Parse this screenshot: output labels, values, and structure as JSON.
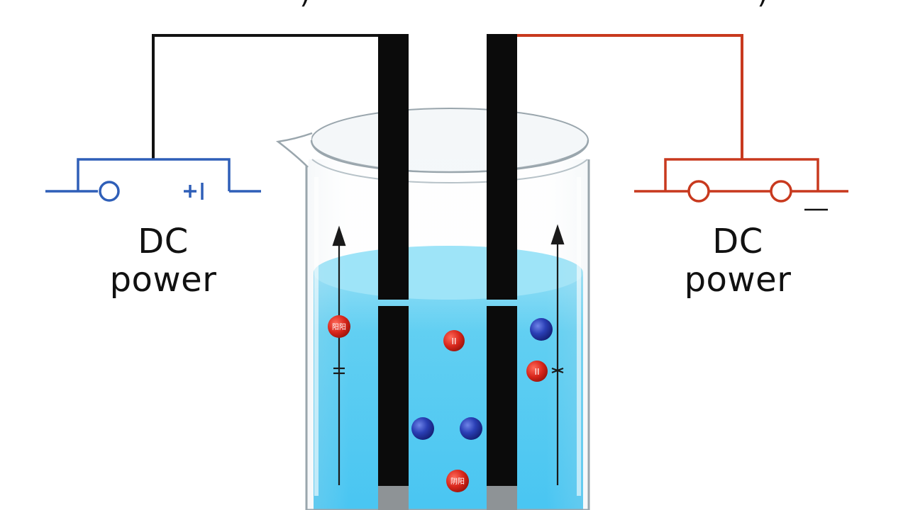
{
  "left_supply": {
    "line1": "DC",
    "line2": "power",
    "sign_label": "+",
    "color": "#2f5fb8"
  },
  "right_supply": {
    "line1": "DC",
    "line2": "power",
    "sign_label": "_",
    "color": "#c8391e"
  },
  "wire_colors": {
    "left": "#111111",
    "right": "#c8391e"
  },
  "solution_color": "#3fc6f0",
  "ion_colors": {
    "red": "#d7261b",
    "blue": "#2437a6"
  },
  "ion_labels": {
    "red1": "阳阳",
    "red2": "II",
    "red3": "II",
    "red4": "阴阳"
  },
  "arrow_marks": {
    "left": "‡",
    "right": "‡"
  }
}
